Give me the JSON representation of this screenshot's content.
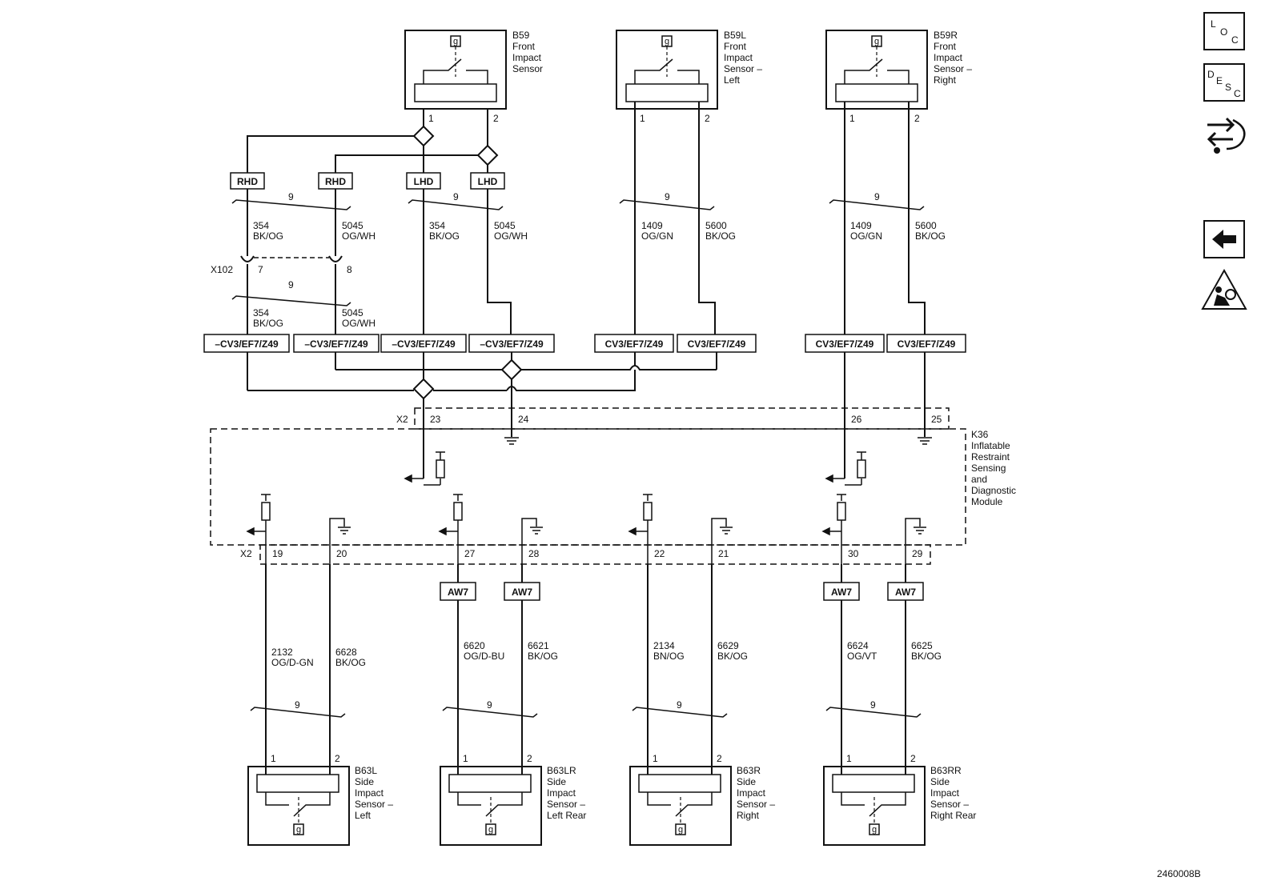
{
  "front_sensors": [
    {
      "id": "b59",
      "ref": "B59",
      "name": [
        "Front",
        "Impact",
        "Sensor"
      ],
      "pins": [
        "1",
        "2"
      ],
      "icon": "g"
    },
    {
      "id": "b59l",
      "ref": "B59L",
      "name": [
        "Front",
        "Impact",
        "Sensor –",
        "Left"
      ],
      "pins": [
        "1",
        "2"
      ],
      "icon": "g"
    },
    {
      "id": "b59r",
      "ref": "B59R",
      "name": [
        "Front",
        "Impact",
        "Sensor –",
        "Right"
      ],
      "pins": [
        "1",
        "2"
      ],
      "icon": "g"
    }
  ],
  "side_sensors": [
    {
      "id": "b63l",
      "ref": "B63L",
      "name": [
        "Side",
        "Impact",
        "Sensor –",
        "Left"
      ],
      "pins": [
        "1",
        "2"
      ],
      "icon": "g"
    },
    {
      "id": "b63lr",
      "ref": "B63LR",
      "name": [
        "Side",
        "Impact",
        "Sensor –",
        "Left Rear"
      ],
      "pins": [
        "1",
        "2"
      ],
      "icon": "g"
    },
    {
      "id": "b63r",
      "ref": "B63R",
      "name": [
        "Side",
        "Impact",
        "Sensor –",
        "Right"
      ],
      "pins": [
        "1",
        "2"
      ],
      "icon": "g"
    },
    {
      "id": "b63rr",
      "ref": "B63RR",
      "name": [
        "Side",
        "Impact",
        "Sensor –",
        "Right Rear"
      ],
      "pins": [
        "1",
        "2"
      ],
      "icon": "g"
    }
  ],
  "harness_tags": {
    "rhd": "RHD",
    "lhd": "LHD",
    "aw7": "AW7",
    "neg_option": "–CV3/EF7/Z49",
    "option": "CV3/EF7/Z49"
  },
  "twist_label": "9",
  "wires": {
    "w354": [
      "354",
      "BK/OG"
    ],
    "w5045": [
      "5045",
      "OG/WH"
    ],
    "w1409": [
      "1409",
      "OG/GN"
    ],
    "w5600": [
      "5600",
      "BK/OG"
    ],
    "w2132": [
      "2132",
      "OG/D-GN"
    ],
    "w6628": [
      "6628",
      "BK/OG"
    ],
    "w6620": [
      "6620",
      "OG/D-BU"
    ],
    "w6621": [
      "6621",
      "BK/OG"
    ],
    "w2134": [
      "2134",
      "BN/OG"
    ],
    "w6629": [
      "6629",
      "BK/OG"
    ],
    "w6624": [
      "6624",
      "OG/VT"
    ],
    "w6625": [
      "6625",
      "BK/OG"
    ]
  },
  "connectors": {
    "x102": "X102",
    "x102_pin_a": "7",
    "x102_pin_b": "8",
    "x2_top": "X2",
    "x2_bottom": "X2",
    "top_pins": [
      "23",
      "24",
      "26",
      "25"
    ],
    "bottom_pins": [
      "19",
      "20",
      "27",
      "28",
      "22",
      "21",
      "30",
      "29"
    ]
  },
  "module": {
    "ref": "K36",
    "name": [
      "Inflatable",
      "Restraint",
      "Sensing",
      "and",
      "Diagnostic",
      "Module"
    ]
  },
  "figure_id": "2460008B",
  "side_icons": [
    {
      "name": "loc-icon",
      "letters": [
        "L",
        "O",
        "C"
      ]
    },
    {
      "name": "desc-icon",
      "letters": [
        "D",
        "E",
        "S",
        "C"
      ]
    },
    {
      "name": "connector-swap-icon"
    },
    {
      "name": "back-arrow-icon"
    },
    {
      "name": "airbag-warning-icon"
    }
  ]
}
